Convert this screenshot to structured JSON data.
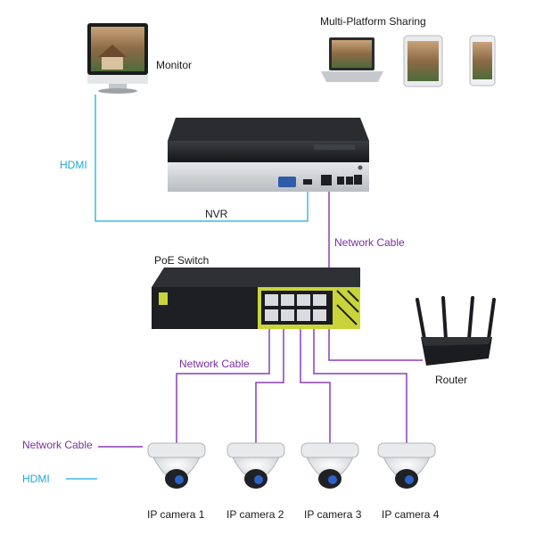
{
  "labels": {
    "multi_platform": "Multi-Platform Sharing",
    "monitor": "Monitor",
    "hdmi_top": "HDMI",
    "nvr": "NVR",
    "network_cable_top": "Network Cable",
    "poe_switch": "PoE Switch",
    "network_cable_mid": "Network Cable",
    "router": "Router",
    "legend_network_cable": "Network Cable",
    "legend_hdmi": "HDMI",
    "cameras": [
      "IP camera 1",
      "IP camera 2",
      "IP camera 3",
      "IP camera 4"
    ]
  },
  "colors": {
    "hdmi_line": "#3fb8e6",
    "network_line": "#8a3fb5",
    "device_dark": "#1d1f22",
    "switch_accent": "#c9d43a"
  },
  "icons": [
    "monitor-icon",
    "laptop-icon",
    "tablet-icon",
    "phone-icon",
    "nvr-icon",
    "poe-switch-icon",
    "router-icon",
    "dome-camera-icon"
  ]
}
